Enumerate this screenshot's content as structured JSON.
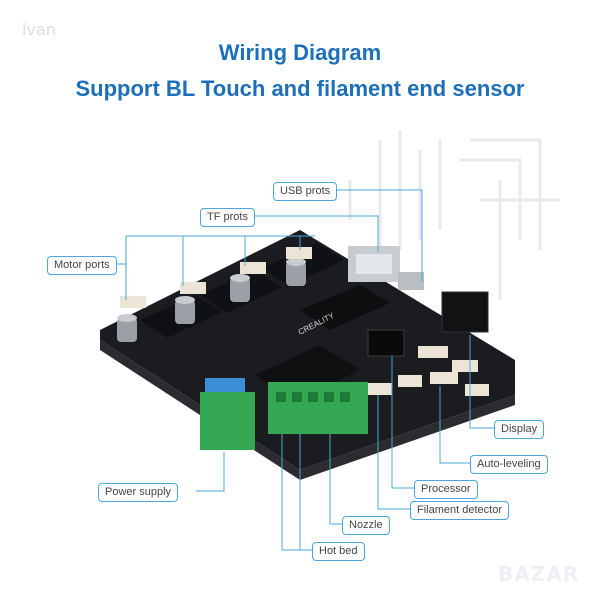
{
  "watermark": "ivan",
  "watermark_bazar": "BAZAR",
  "title": "Wiring Diagram",
  "subtitle": "Support BL Touch and filament end sensor",
  "labels": {
    "usb": "USB prots",
    "tf": "TF prots",
    "motor": "Motor ports",
    "display": "Display",
    "auto_leveling": "Auto-leveling",
    "processor": "Processor",
    "filament": "Filament detector",
    "nozzle": "Nozzle",
    "hot_bed": "Hot bed",
    "power": "Power supply"
  },
  "board_text": "CREALITY",
  "colors": {
    "title": "#1d6fb8",
    "leader": "#4aa8da",
    "board": "#1b1c1f",
    "terminal": "#34a853",
    "terminal_blue": "#3b8fd6"
  }
}
